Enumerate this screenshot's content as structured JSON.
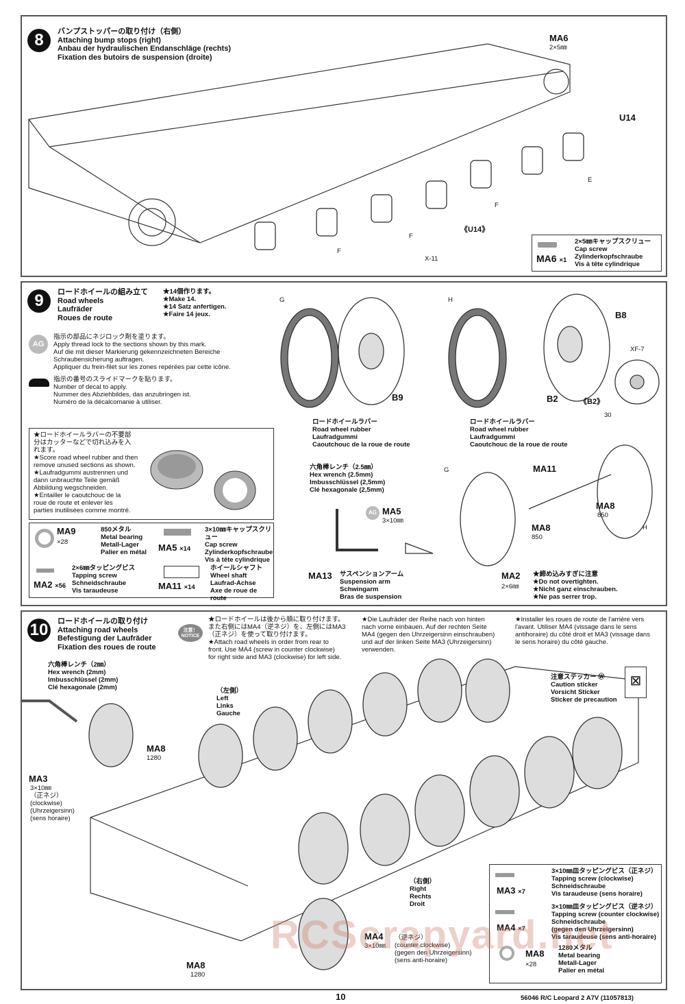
{
  "step8": {
    "number": "8",
    "title_jp": "バンプストッパーの取り付け（右側）",
    "title_en": "Attaching bump stops (right)",
    "title_de": "Anbau der hydraulischen Endanschläge (rechts)",
    "title_fr": "Fixation des butoirs de suspension (droite)",
    "labels": {
      "ma6": "MA6",
      "ma6_size": "2×5㎜",
      "u14": "U14",
      "e": "E",
      "f1": "F",
      "f2": "F",
      "f3": "F",
      "u14_detail": "《U14》",
      "x11": "X-11"
    },
    "parts_box": {
      "jp": "2×5㎜キャップスクリュー",
      "en": "Cap screw",
      "de": "Zylinderkopfschraube",
      "fr": "Vis à tête cylindrique",
      "code": "MA6",
      "qty": "×1"
    }
  },
  "step9": {
    "number": "9",
    "title_jp": "ロードホイールの組み立て",
    "title_en": "Road wheels",
    "title_de": "Laufräder",
    "title_fr": "Roues de route",
    "make": [
      "★14個作ります。",
      "★Make 14.",
      "★14 Satz anfertigen.",
      "★Faire 14 jeux."
    ],
    "threadlock": {
      "icon": "AG",
      "jp": "指示の部品にネジロック剤を塗ります。",
      "en": "Apply thread lock to the sections shown by this mark.",
      "de1": "Auf die mit dieser Markierung gekennzeichneten Bereiche",
      "de2": "Schraubensicherung auftragen.",
      "fr": "Appliquer du frein-filet sur les zones repérées par cette icône."
    },
    "decal": {
      "jp": "指示の番号のスライドマークを貼ります。",
      "en": "Number of decal to apply.",
      "de": "Nummer des Abziehbildes, das anzubringen ist.",
      "fr": "Numéro de la décalcomanie à utiliser."
    },
    "rubber_note": [
      "★ロードホイールラバーの不要部",
      "分はカッターなどで切れ込みを入",
      "れます。",
      "★Score road wheel rubber and then",
      "remove unused sections as shown.",
      "★Laufradgummi austrennen und",
      "dann unbrauchte Teile gemäß",
      "Abbildung wegschneiden.",
      "★Entailler le caoutchouc de la",
      "roue de route et enlever les",
      "parties inutilisées comme montré."
    ],
    "labels": {
      "g": "G",
      "h": "H",
      "b9": "B9",
      "b8": "B8",
      "b2": "B2",
      "b2_detail": "《B2》",
      "xf7": "XF-7",
      "decal30": "30",
      "g2": "G",
      "h2": "H",
      "ma11": "MA11",
      "ma8a": "MA8",
      "ma8a_sub": "850",
      "ma8b": "MA8",
      "ma8b_sub": "850",
      "ma5": "MA5",
      "ma5_size": "3×10㎜",
      "ma5_ag": "AG",
      "ma13": "MA13",
      "ma2": "MA2",
      "ma2_size": "2×6㎜"
    },
    "rubber_g": [
      "ロードホイールラバー",
      "Road wheel rubber",
      "Laufradgummi",
      "Caoutchouc de la roue de route"
    ],
    "rubber_h": [
      "ロードホイールラバー",
      "Road wheel rubber",
      "Laufradgummi",
      "Caoutchouc de la roue de route"
    ],
    "hex": [
      "六角棒レンチ（2.5㎜）",
      "Hex wrench (2.5mm)",
      "Imbusschlüssel (2,5mm)",
      "Clé hexagonale (2,5mm)"
    ],
    "ma13_desc": [
      "サスペンションアーム",
      "Suspension arm",
      "Schwingarm",
      "Bras de suspension"
    ],
    "overtighten": [
      "★締め込みすぎに注意",
      "★Do not overtighten.",
      "★Nicht ganz einschrauben.",
      "★Ne pas serrer trop."
    ],
    "parts": [
      {
        "code": "MA9",
        "qty": "×28",
        "lines": [
          "850メタル",
          "Metal bearing",
          "Metall-Lager",
          "Palier en métal"
        ]
      },
      {
        "code": "MA5",
        "qty": "×14",
        "lines": [
          "3×10㎜キャップスクリュー",
          "Cap screw",
          "Zylinderkopfschraube",
          "Vis à tête cylindrique"
        ]
      },
      {
        "code": "MA2",
        "qty": "×56",
        "lines": [
          "2×6㎜タッピングビス",
          "Tapping screw",
          "Schneidschraube",
          "Vis taraudeuse"
        ]
      },
      {
        "code": "MA11",
        "qty": "×14",
        "lines": [
          "ホイールシャフト",
          "Wheel shaft",
          "Laufrad-Achse",
          "Axe de roue de route"
        ]
      }
    ]
  },
  "step10": {
    "number": "10",
    "title_jp": "ロードホイールの取り付け",
    "title_en": "Attaching road wheels",
    "title_de": "Befestigung der Laufräder",
    "title_fr": "Fixation des roues de route",
    "notice": "注意！NOTICE",
    "note_jp": [
      "★ロードホイールは後から順に取り付けます。",
      "また右側にはMA4（逆ネジ）を、左側にはMA3",
      "（正ネジ）を使って取り付けます。"
    ],
    "note_en": [
      "★Attach road wheels in order from rear to",
      "front. Use MA4 (screw in counter clockwise)",
      "for right side and MA3 (clockwise) for left side."
    ],
    "note_de": [
      "★Die Laufräder der Reihe nach von hinten",
      "nach vorne einbauen. Auf der rechten Seite",
      "MA4 (gegen den Uhrzeigersinn einschrauben)",
      "und auf der linken Seite MA3 (Uhrzeigersinn)",
      "verwenden."
    ],
    "note_fr": [
      "★Installer les roues de route de l'arrière vers",
      "l'avant. Utiliser MA4 (vissage dans le sens",
      "antihoraire) du côté droit et MA3 (vissage dans",
      "le sens horaire) du côté gauche."
    ],
    "hex": [
      "六角棒レンチ（2㎜）",
      "Hex wrench (2mm)",
      "Imbusschlüssel (2mm)",
      "Clé hexagonale (2mm)"
    ],
    "left": [
      "（左側）",
      "Left",
      "Links",
      "Gauche"
    ],
    "right": [
      "（右側）",
      "Right",
      "Rechts",
      "Droit"
    ],
    "caution": [
      "注意ステッカー Ⓦ",
      "Caution sticker",
      "Vorsicht Sticker",
      "Sticker de precaution"
    ],
    "ma3": [
      "MA3",
      "3×10㎜",
      "（正ネジ）",
      "(clockwise)",
      "(Uhrzeigersinn)",
      "(sens horaire)"
    ],
    "ma4": [
      "MA4",
      "3×10㎜",
      "（逆ネジ）",
      "(counter clockwise)",
      "(gegen den Uhrzeigersinn)",
      "(sens anti-horaire)"
    ],
    "ma8_top": [
      "MA8",
      "1280"
    ],
    "ma8_bot": [
      "MA8",
      "1280"
    ],
    "parts": [
      {
        "code": "MA3",
        "qty": "×7",
        "lines": [
          "3×10㎜皿タッピングビス（正ネジ）",
          "Tapping screw (clockwise)",
          "Schneidschraube",
          "Vis taraudeuse (sens horaire)"
        ]
      },
      {
        "code": "MA4",
        "qty": "×7",
        "lines": [
          "3×10㎜皿タッピングビス（逆ネジ）",
          "Tapping screw (counter clockwise)",
          "Schneidschraube",
          "(gegen den Uhrzeigersinn)",
          "Vis taraudeuse (sens anti-horaire)"
        ]
      },
      {
        "code": "MA8",
        "qty": "×28",
        "lines": [
          "1280メタル",
          "Metal bearing",
          "Metall-Lager",
          "Palier en métal"
        ]
      }
    ]
  },
  "footer": {
    "page": "10",
    "model": "56046 R/C Leopard 2 A7V (11057813)"
  },
  "watermark": "RCScrapyard.net"
}
